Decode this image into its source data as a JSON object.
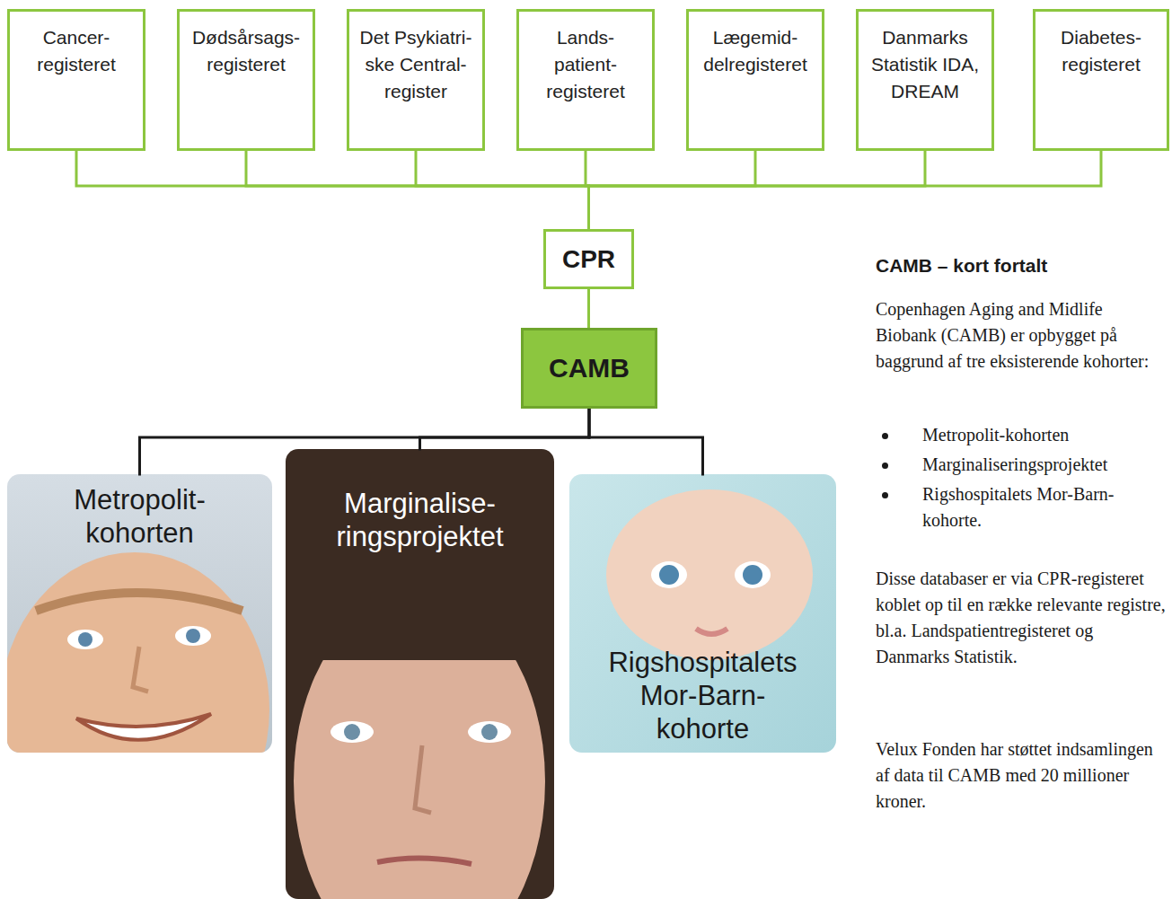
{
  "diagram": {
    "nodes": [
      {
        "text": [
          "Cancer- registeret"
        ]
      },
      {
        "text": [
          "Dødsårsags- registeret"
        ]
      },
      {
        "text": [
          "Det Psykiatri- ske Central- register"
        ]
      },
      {
        "text": [
          "Lands- patient- registeret"
        ]
      },
      {
        "text": [
          "Lægemid- delregisteret"
        ]
      },
      {
        "text": [
          "Danmarks Statistik IDA, DREAM"
        ]
      },
      {
        "text": [
          "Diabetes- registeret"
        ]
      },
      {
        "text": [
          "CPR"
        ]
      },
      {
        "text": [
          "CAMB"
        ]
      },
      {
        "text": [
          "Metropolit- kohorten"
        ]
      },
      {
        "text": [
          "Marginalise- ringsprojektet"
        ]
      },
      {
        "text": [
          "Rigshospitalets Mor-Barn- kohorte"
        ]
      }
    ],
    "edges": [
      {
        "from": 0,
        "to": 7,
        "arrow": "none"
      },
      {
        "from": 1,
        "to": 7,
        "arrow": "none"
      },
      {
        "from": 2,
        "to": 7,
        "arrow": "none"
      },
      {
        "from": 3,
        "to": 7,
        "arrow": "none"
      },
      {
        "from": 4,
        "to": 7,
        "arrow": "none"
      },
      {
        "from": 5,
        "to": 7,
        "arrow": "none"
      },
      {
        "from": 6,
        "to": 7,
        "arrow": "none"
      },
      {
        "from": 7,
        "to": 8,
        "arrow": "none"
      },
      {
        "from": 8,
        "to": 9,
        "arrow": "none"
      },
      {
        "from": 8,
        "to": 10,
        "arrow": "none"
      },
      {
        "from": 8,
        "to": 11,
        "arrow": "none"
      }
    ],
    "labels": [
      "CAMB – kort fortalt",
      "Copenhagen Aging and Midlife Biobank (CAMB) er opbygget på baggrund af tre eksisterende kohorter:",
      "Metropolit-kohorten",
      "Marginaliseringsprojektet",
      "Rigshospitalets Mor-Barn-kohorte.",
      "Disse databaser er via CPR-registeret koblet op til en række relevante registre, bl.a. Landspatientregisteret og Danmarks Statistik.",
      "Velux Fonden har støttet indsamlingen af data til CAMB med 20 millioner kroner."
    ]
  }
}
